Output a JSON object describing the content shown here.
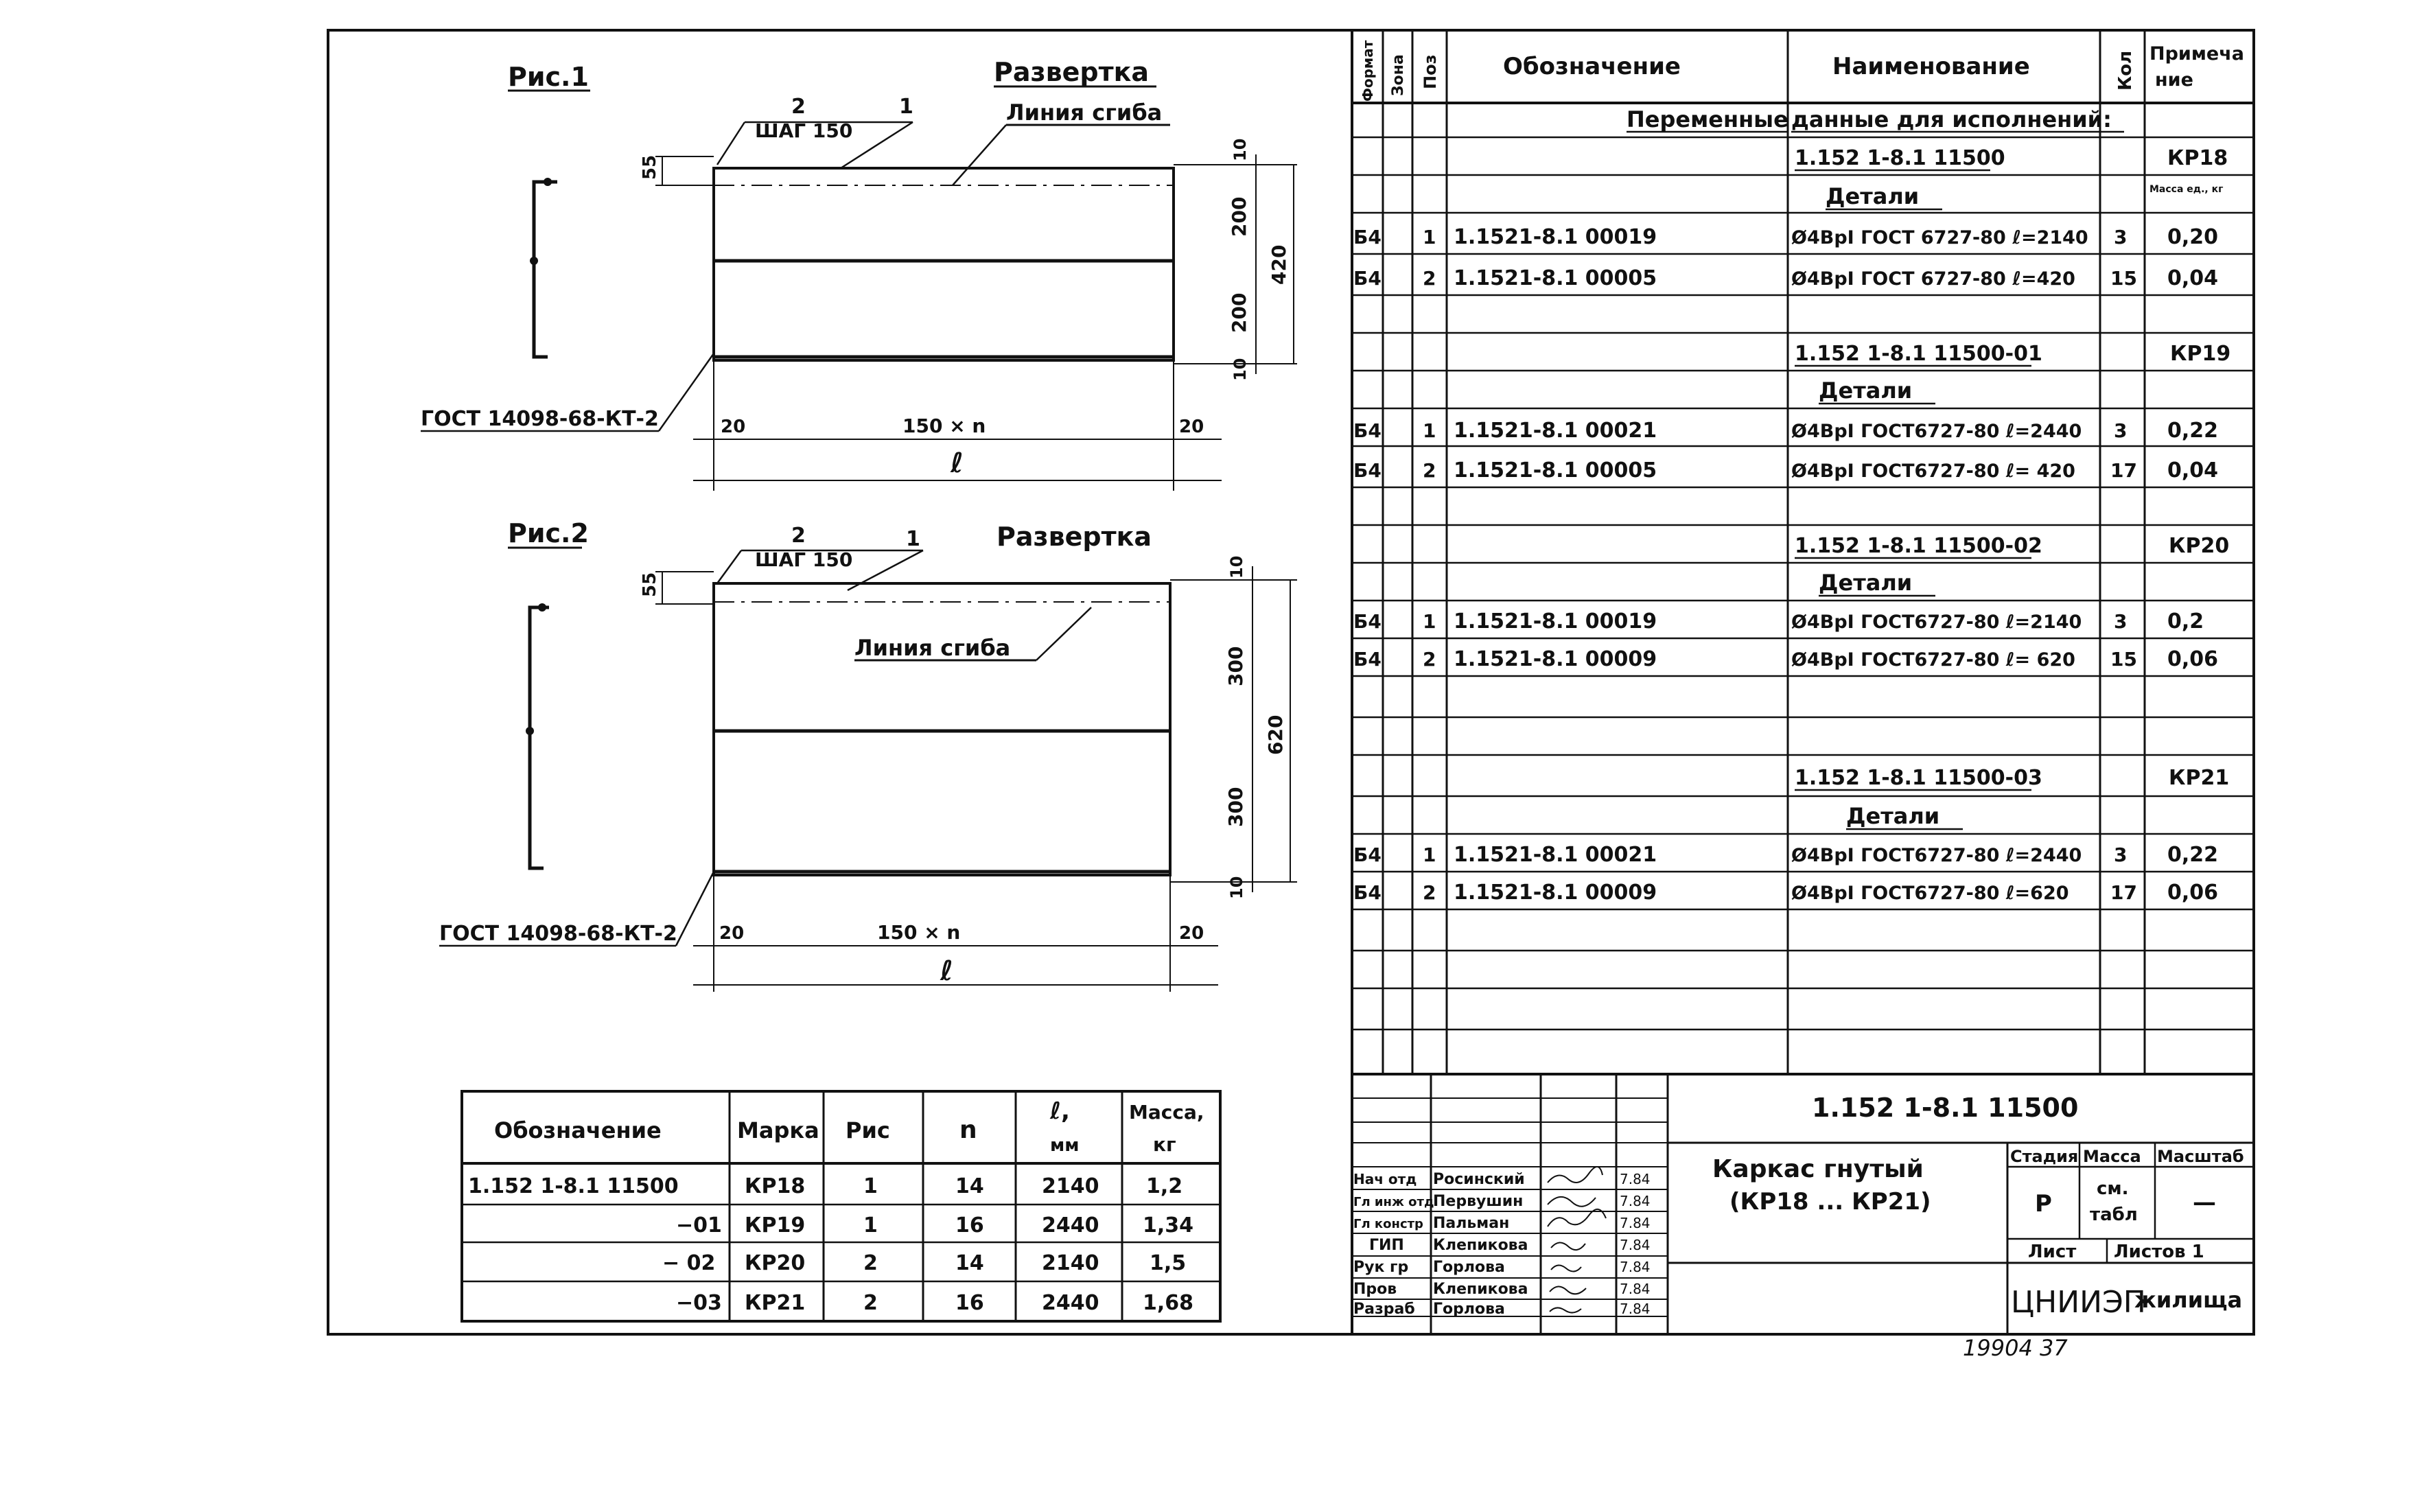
{
  "fig1": {
    "title": "Рис.1",
    "razvertka": "Развертка",
    "liniya": "Линия сгиба",
    "leader_2": "2",
    "leader_1": "1",
    "shag": "ШАГ 150",
    "dim_55": "55",
    "dim_10a": "10",
    "dim_200a": "200",
    "dim_200b": "200",
    "dim_10b": "10",
    "dim_total": "420",
    "gost": "ГОСТ 14098-68-КТ-2",
    "dim_20a": "20",
    "dim_mid": "150 × n",
    "dim_20b": "20",
    "dim_l": "ℓ"
  },
  "fig2": {
    "title": "Рис.2",
    "razvertka": "Развертка",
    "liniya": "Линия сгиба",
    "leader_2": "2",
    "leader_1": "1",
    "shag": "ШАГ 150",
    "dim_55": "55",
    "dim_10a": "10",
    "dim_300a": "300",
    "dim_300b": "300",
    "dim_10b": "10",
    "dim_total": "620",
    "gost": "ГОСТ 14098-68-КТ-2",
    "dim_20a": "20",
    "dim_mid": "150 × n",
    "dim_20b": "20",
    "dim_l": "ℓ"
  },
  "lower_table": {
    "headers": [
      "Обозначение",
      "Марка",
      "Рис",
      "n",
      "ℓ,",
      "мм",
      "Масса,",
      "кг"
    ],
    "rows": [
      [
        "1.152 1-8.1 11500",
        "КР18",
        "1",
        "14",
        "2140",
        "1,2"
      ],
      [
        "−01",
        "КР19",
        "1",
        "16",
        "2440",
        "1,34"
      ],
      [
        "− 02",
        "КР20",
        "2",
        "14",
        "2140",
        "1,5"
      ],
      [
        "−03",
        "КР21",
        "2",
        "16",
        "2440",
        "1,68"
      ]
    ]
  },
  "spec": {
    "headers": {
      "format": "Формат",
      "zona": "Зона",
      "poz": "Поз",
      "oboz": "Обозначение",
      "naim": "Наименование",
      "kol": "Кол",
      "prim1": "Примеча",
      "prim2": "ние"
    },
    "variable_left": "Переменные",
    "variable_right": "данные для исполнений:",
    "groups": [
      {
        "code": "1.152 1-8.1 11500",
        "mark": "КР18",
        "mass_head": "Масса ед., кг",
        "details": "Детали",
        "items": [
          {
            "format": "Б4",
            "poz": "1",
            "oboz": "1.1521-8.1 00019",
            "naim": "Ø4ВрI ГОСТ 6727-80 ℓ=2140",
            "kol": "3",
            "prim": "0,20"
          },
          {
            "format": "Б4",
            "poz": "2",
            "oboz": "1.1521-8.1 00005",
            "naim": "Ø4ВрI ГОСТ 6727-80 ℓ=420",
            "kol": "15",
            "prim": "0,04"
          }
        ]
      },
      {
        "code": "1.152 1-8.1 11500-01",
        "mark": "КР19",
        "mass_head": "",
        "details": "Детали",
        "items": [
          {
            "format": "Б4",
            "poz": "1",
            "oboz": "1.1521-8.1 00021",
            "naim": "Ø4ВрI ГОСТ6727-80 ℓ=2440",
            "kol": "3",
            "prim": "0,22"
          },
          {
            "format": "Б4",
            "poz": "2",
            "oboz": "1.1521-8.1 00005",
            "naim": "Ø4ВрI ГОСТ6727-80 ℓ= 420",
            "kol": "17",
            "prim": "0,04"
          }
        ]
      },
      {
        "code": "1.152 1-8.1 11500-02",
        "mark": "КР20",
        "mass_head": "",
        "details": "Детали",
        "items": [
          {
            "format": "Б4",
            "poz": "1",
            "oboz": "1.1521-8.1 00019",
            "naim": "Ø4ВрI ГОСТ6727-80 ℓ=2140",
            "kol": "3",
            "prim": "0,2"
          },
          {
            "format": "Б4",
            "poz": "2",
            "oboz": "1.1521-8.1 00009",
            "naim": "Ø4ВрI ГОСТ6727-80 ℓ= 620",
            "kol": "15",
            "prim": "0,06"
          }
        ]
      },
      {
        "code": "1.152 1-8.1 11500-03",
        "mark": "КР21",
        "mass_head": "",
        "details": "Детали",
        "items": [
          {
            "format": "Б4",
            "poz": "1",
            "oboz": "1.1521-8.1 00021",
            "naim": "Ø4ВрI ГОСТ6727-80 ℓ=2440",
            "kol": "3",
            "prim": "0,22"
          },
          {
            "format": "Б4",
            "poz": "2",
            "oboz": "1.1521-8.1 00009",
            "naim": "Ø4ВрI ГОСТ6727-80 ℓ=620",
            "kol": "17",
            "prim": "0,06"
          }
        ]
      }
    ]
  },
  "title_block": {
    "doc_code": "1.152 1-8.1 11500",
    "name_line1": "Каркас гнутый",
    "name_line2": "(КР18 ... КР21)",
    "stadia_head": "Стадия",
    "massa_head": "Масса",
    "masshtab_head": "Масштаб",
    "stadia": "Р",
    "massa_val1": "см.",
    "massa_val2": "табл",
    "masshtab": "—",
    "list": "Лист",
    "listov": "Листов 1",
    "org1": "ЦНИИЭП",
    "org2": "жилища",
    "signers": [
      {
        "role": "Нач отд",
        "name": "Росинский",
        "date": "7.84"
      },
      {
        "role": "Гл инж отд",
        "name": "Первушин",
        "date": "7.84"
      },
      {
        "role": "Гл констр",
        "name": "Пальман",
        "date": "7.84"
      },
      {
        "role": "ГИП",
        "name": "Клепикова",
        "date": "7.84"
      },
      {
        "role": "Рук гр",
        "name": "Горлова",
        "date": "7.84"
      },
      {
        "role": "Пров",
        "name": "Клепикова",
        "date": "7.84"
      },
      {
        "role": "Разраб",
        "name": "Горлова",
        "date": "7.84"
      }
    ]
  },
  "footer_code": "19904   37"
}
